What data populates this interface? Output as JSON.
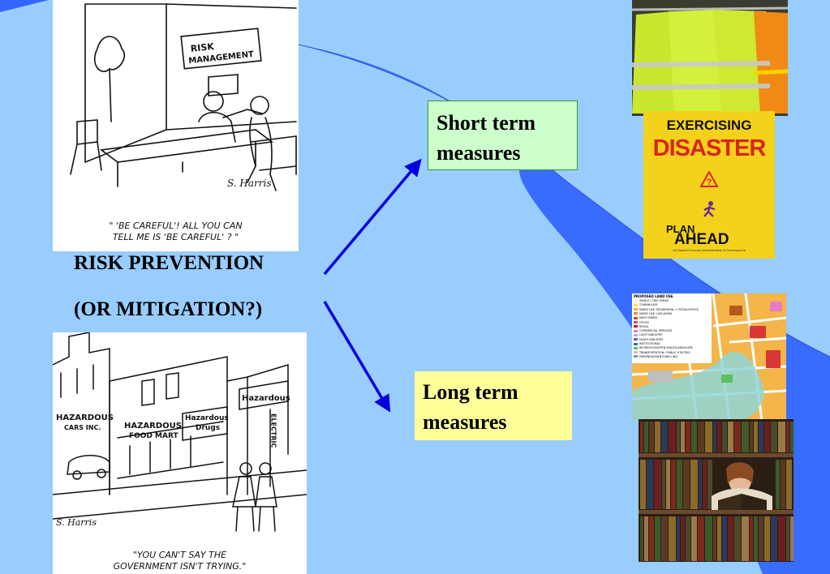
{
  "heading": {
    "line1": "RISK PREVENTION",
    "line2": "(OR MITIGATION?)"
  },
  "short_term": {
    "line1": "Short term",
    "line2": "measures"
  },
  "long_term": {
    "line1": "Long term",
    "line2": "measures"
  },
  "cartoon_top": {
    "sign": [
      "RISK",
      "MANAGEMENT"
    ],
    "signature": "S. Harris",
    "caption_line1": "\" 'BE CAREFUL'! ALL YOU CAN",
    "caption_line2": "TELL ME IS 'BE CAREFUL' ? \""
  },
  "cartoon_bottom": {
    "sign_cars": [
      "HAZARDOUS",
      "CARS INC."
    ],
    "sign_food": [
      "HAZARDOUS",
      "FOOD MART"
    ],
    "sign_drugs": [
      "Hazardous",
      "Drugs"
    ],
    "sign_electric": [
      "Hazardous",
      "ELECTRIC"
    ],
    "signature": "S. Harris",
    "caption_line1": "\"YOU CAN'T SAY THE",
    "caption_line2": "GOVERNMENT ISN'T TRYING.\""
  },
  "book_cover": {
    "title1": "EXERCISING",
    "title2": "DISASTER",
    "plan": "PLAN",
    "ahead": "AHEAD",
    "subtitle": "All Hazard Exercise Administration & Development"
  },
  "land_use_map": {
    "legend_title": "PROPOSED LAND USE",
    "legend": [
      {
        "label": "SINGLE / TWO FAMILY",
        "color": "#fff2a8"
      },
      {
        "label": "TOWNHOUSE",
        "color": "#ffd966"
      },
      {
        "label": "MIXED USE: RESIDENTIAL + RETAIL/OFFICE",
        "color": "#f4a640"
      },
      {
        "label": "MIXED USE: LIVE-WORK",
        "color": "#e08a3a"
      },
      {
        "label": "MULTI FAMILY",
        "color": "#b35a1f"
      },
      {
        "label": "OFFICE",
        "color": "#e05050"
      },
      {
        "label": "RETAIL",
        "color": "#cc1f1f"
      },
      {
        "label": "COMMERCIAL SERVICES",
        "color": "#e87bc6"
      },
      {
        "label": "LIGHT INDUSTRY",
        "color": "#b9a6e8"
      },
      {
        "label": "HEAVY INDUSTRY",
        "color": "#6f5cc2"
      },
      {
        "label": "INSTITUTIONAL",
        "color": "#2f6fcf"
      },
      {
        "label": "RECREATION/OPEN SPACE/LANDSCAPE",
        "color": "#5cc05c"
      },
      {
        "label": "TRANSPORTATION / PUBLIC UTILITIES",
        "color": "#bfbfbf"
      },
      {
        "label": "PARKING/DOWNTOWN ONLY",
        "color": "#8c8c8c"
      }
    ]
  },
  "colors": {
    "background": "#99ccff",
    "swoosh": "#3366ff",
    "arrow": "#0000dd",
    "short_box": "#ccffcc",
    "long_box": "#ffff99"
  }
}
